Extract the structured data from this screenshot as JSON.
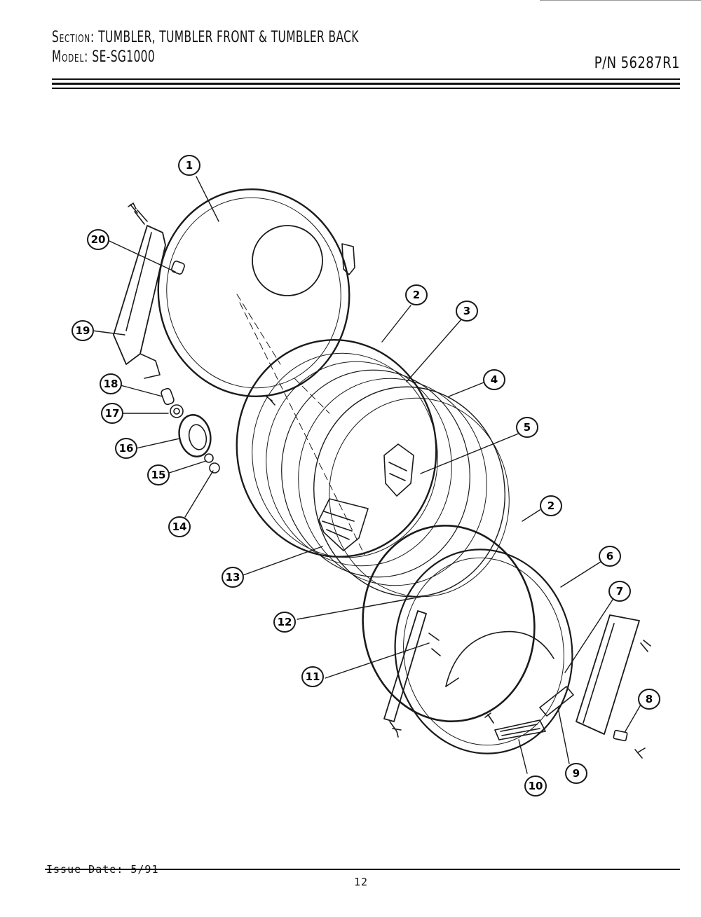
{
  "header": {
    "section_label": "Section:",
    "section_value": "TUMBLER, TUMBLER FRONT & TUMBLER BACK",
    "model_label": "Model:",
    "model_value": "SE-SG1000",
    "part_number": "P/N 56287R1"
  },
  "callouts": [
    "1",
    "2",
    "3",
    "4",
    "5",
    "2",
    "6",
    "7",
    "8",
    "9",
    "10",
    "11",
    "12",
    "13",
    "14",
    "15",
    "16",
    "17",
    "18",
    "19",
    "20"
  ],
  "footer": {
    "issue_date": "Issue Date: 5/91",
    "page_number": "12"
  }
}
